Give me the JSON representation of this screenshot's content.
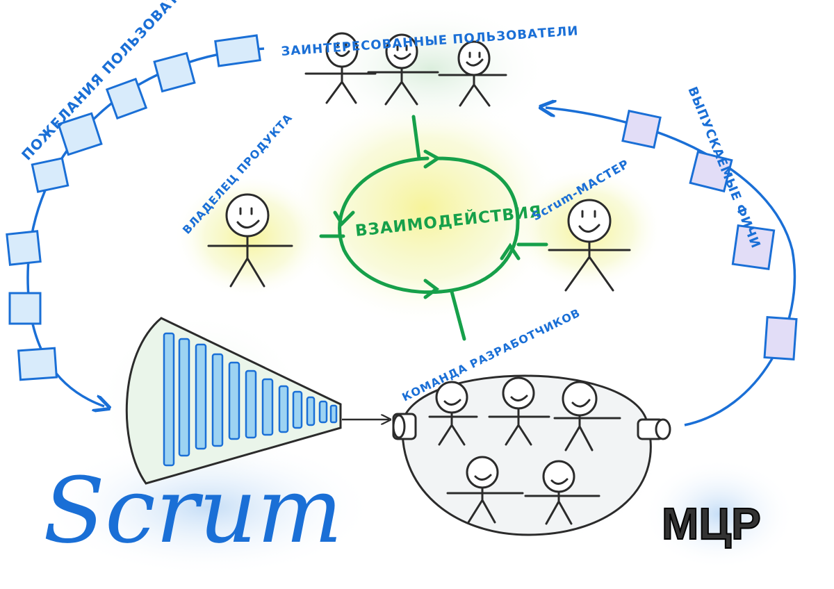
{
  "labels": {
    "user_wishes": "ПОЖЕЛАНИЯ ПОЛЬЗОВАТЕЛЕЙ",
    "stakeholders": "ЗАИНТЕРЕСОВАННЫЕ ПОЛЬЗОВАТЕЛИ",
    "released_features": "ВЫПУСКАЕМЫЕ ФИЧИ",
    "product_owner": "ВЛАДЕЛЕЦ ПРОДУКТА",
    "interaction": "ВЗАИМОДЕЙСТВИЯ",
    "scrum_master": "Scrum-МАСТЕР",
    "dev_team": "КОМАНДА РАЗРАБОТЧИКОВ"
  },
  "title": "Scrum",
  "logo": "МЦР",
  "colors": {
    "blue": "#1a6fd6",
    "light_blue": "#cfe3f7",
    "green": "#16a04a",
    "dark": "#2b2b2b",
    "glow_yellow": "#f7f3a8"
  }
}
